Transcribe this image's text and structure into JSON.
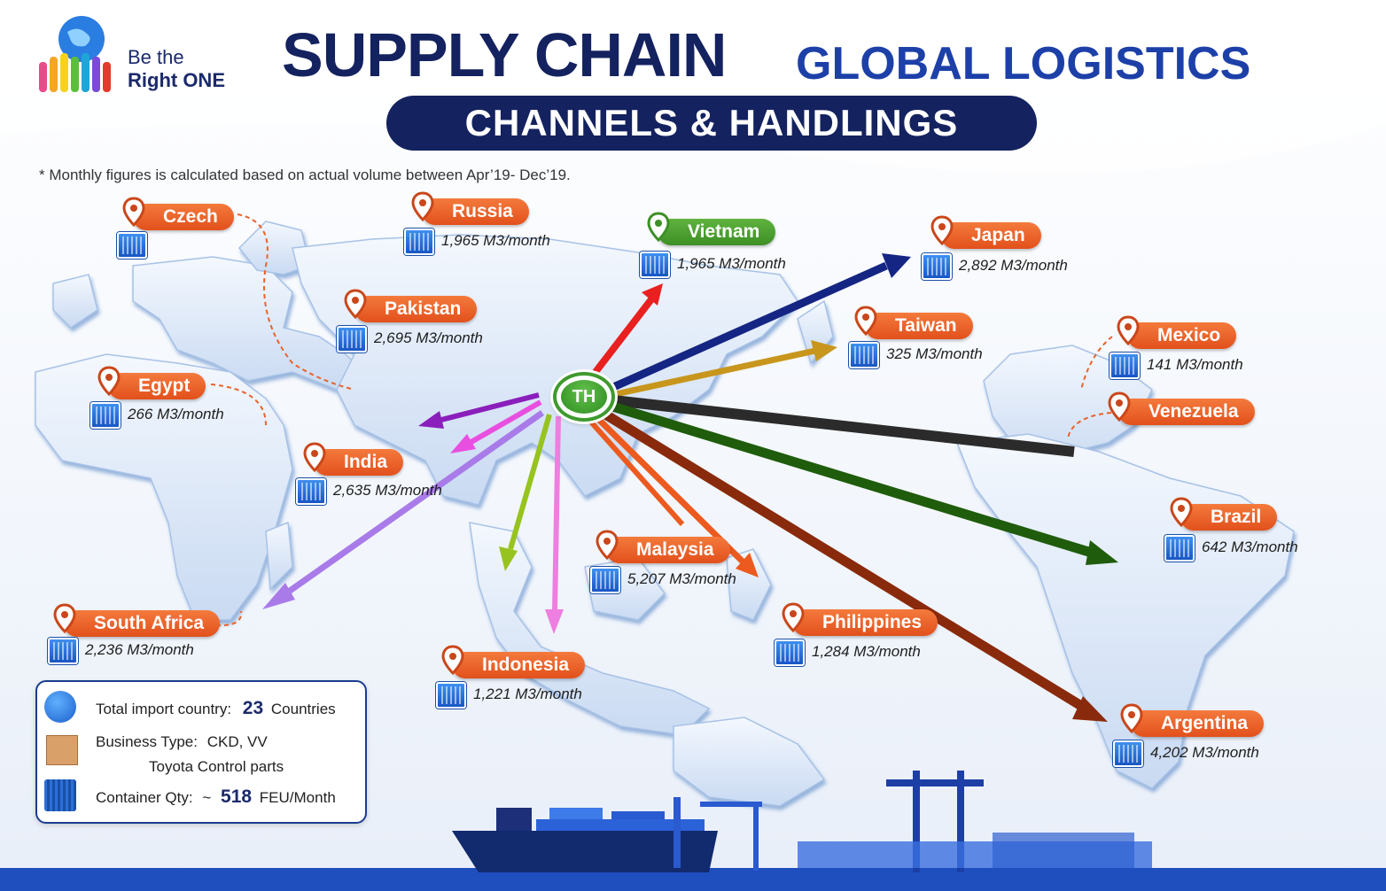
{
  "brand": {
    "line1": "Be the",
    "line2": "Right ONE"
  },
  "title": {
    "main": "SUPPLY CHAIN",
    "sub": "GLOBAL LOGISTICS",
    "banner": "CHANNELS & HANDLINGS"
  },
  "footnote": "* Monthly figures is calculated based on actual volume between Apr’19- Dec’19.",
  "origin": {
    "code": "TH"
  },
  "colors": {
    "pill_orange": "#e9622a",
    "pill_green": "#4ca232",
    "title_navy": "#14225f",
    "title_blue": "#1d40a8"
  },
  "countries": [
    {
      "name": "Czech",
      "volume": "",
      "color": "orange"
    },
    {
      "name": "Russia",
      "volume": "1,965 M3/month",
      "color": "orange"
    },
    {
      "name": "Vietnam",
      "volume": "1,965 M3/month",
      "color": "green"
    },
    {
      "name": "Japan",
      "volume": "2,892 M3/month",
      "color": "orange"
    },
    {
      "name": "Pakistan",
      "volume": "2,695 M3/month",
      "color": "orange"
    },
    {
      "name": "Taiwan",
      "volume": "325 M3/month",
      "color": "orange"
    },
    {
      "name": "Egypt",
      "volume": "266 M3/month",
      "color": "orange"
    },
    {
      "name": "Mexico",
      "volume": "141 M3/month",
      "color": "orange"
    },
    {
      "name": "Venezuela",
      "volume": "",
      "color": "orange"
    },
    {
      "name": "India",
      "volume": "2,635 M3/month",
      "color": "orange"
    },
    {
      "name": "Brazil",
      "volume": "642 M3/month",
      "color": "orange"
    },
    {
      "name": "Malaysia",
      "volume": "5,207 M3/month",
      "color": "orange"
    },
    {
      "name": "South Africa",
      "volume": "2,236 M3/month",
      "color": "orange"
    },
    {
      "name": "Philippines",
      "volume": "1,284 M3/month",
      "color": "orange"
    },
    {
      "name": "Indonesia",
      "volume": "1,221 M3/month",
      "color": "orange"
    },
    {
      "name": "Argentina",
      "volume": "4,202 M3/month",
      "color": "orange"
    }
  ],
  "summary": {
    "import_label": "Total import country:",
    "import_value": "23",
    "import_unit": "Countries",
    "business_label": "Business Type:",
    "business_value": "CKD, VV",
    "business_value2": "Toyota Control parts",
    "container_label": "Container Qty:",
    "container_prefix": "~",
    "container_value": "518",
    "container_unit": "FEU/Month"
  },
  "icons": {
    "pin": "map-pin-icon",
    "container": "shipping-container-icon",
    "globe": "globe-icon",
    "crate": "cardboard-box-icon"
  }
}
